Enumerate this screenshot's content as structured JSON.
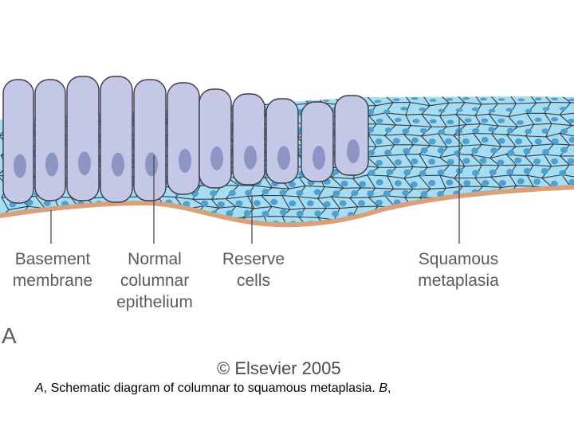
{
  "labels": {
    "basement_membrane": [
      "Basement",
      "membrane"
    ],
    "normal_columnar_epithelium": [
      "Normal",
      "columnar",
      "epithelium"
    ],
    "reserve_cells": [
      "Reserve",
      "cells"
    ],
    "squamous_metaplasia": [
      "Squamous",
      "metaplasia"
    ]
  },
  "panel_letter": "A",
  "copyright": "© Elsevier 2005",
  "caption": {
    "lead": "A",
    "text": ", Schematic diagram of columnar to squamous metaplasia. ",
    "trail": "B",
    "end": ","
  },
  "colors": {
    "columnar_fill": "#c4c8e6",
    "columnar_stroke": "#3a3a48",
    "nucleus": "#8d95c4",
    "reserve_fill": "#a6ddf2",
    "squamous_nucleus": "#4f9fcf",
    "membrane": "#d9a07c"
  }
}
